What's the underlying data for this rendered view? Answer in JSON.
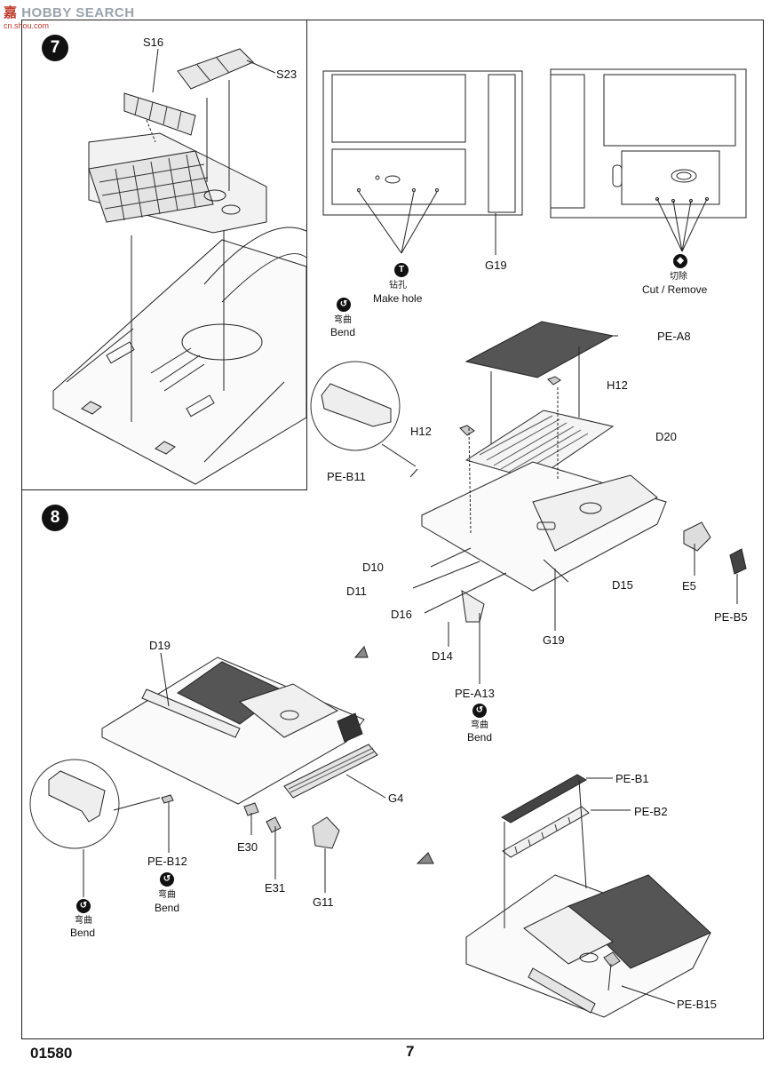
{
  "watermark": {
    "main": "HOBBY SEARCH",
    "prefix": "嘉",
    "sub": "cn.shou.com"
  },
  "steps": {
    "step7": "7",
    "step8": "8"
  },
  "step7_parts": {
    "s16": "S16",
    "s23": "S23"
  },
  "top_right": {
    "g19_top": "G19",
    "make_hole_cn": "钻孔",
    "make_hole_en": "Make hole",
    "make_hole_icon": "T",
    "cut_cn": "切除",
    "cut_en": "Cut / Remove"
  },
  "bend_top": {
    "cn": "弯曲",
    "en": "Bend"
  },
  "step8_parts": {
    "pe_a8": "PE-A8",
    "h12_a": "H12",
    "h12_b": "H12",
    "d20": "D20",
    "pe_b11": "PE-B11",
    "d10": "D10",
    "d11": "D11",
    "d15": "D15",
    "d16": "D16",
    "e5": "E5",
    "pe_b5": "PE-B5",
    "g19": "G19",
    "d14": "D14",
    "pe_a13": "PE-A13",
    "pe_a13_bend_cn": "弯曲",
    "pe_a13_bend_en": "Bend",
    "d19": "D19",
    "g4": "G4",
    "pe_b12": "PE-B12",
    "pe_b12_bend_cn": "弯曲",
    "pe_b12_bend_en": "Bend",
    "e30": "E30",
    "e31": "E31",
    "g11": "G11",
    "bend_left_cn": "弯曲",
    "bend_left_en": "Bend",
    "pe_b1": "PE-B1",
    "pe_b2": "PE-B2",
    "pe_b15": "PE-B15"
  },
  "footer": {
    "code": "01580",
    "page": "7"
  }
}
